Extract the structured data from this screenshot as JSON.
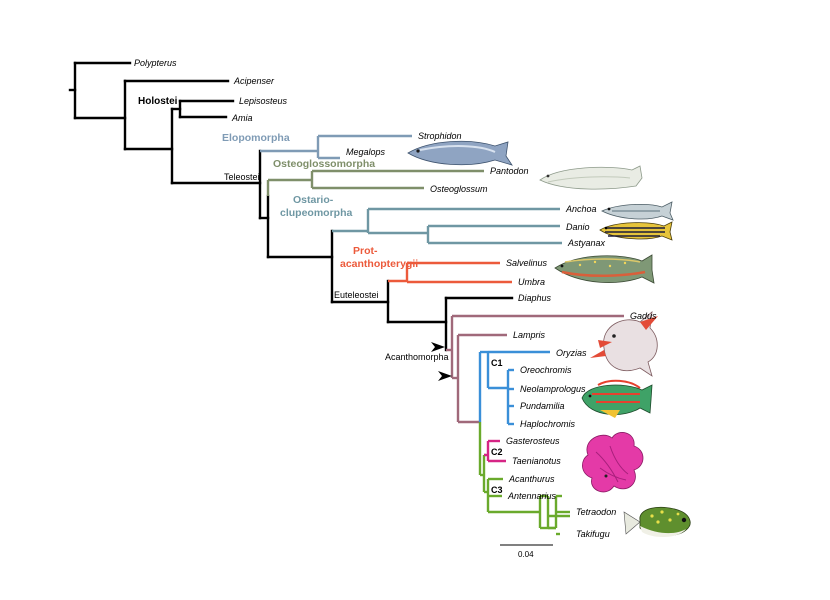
{
  "colors": {
    "black": "#000000",
    "elopomorpha": "#7f9bb5",
    "osteoglossomorpha": "#7f8f6a",
    "ostarioclupeomorpha": "#6f97a3",
    "protacanthopterygii": "#ec5a3b",
    "acanthomorpha": "#a0697a",
    "c1": "#3a8fd8",
    "c2": "#d62585",
    "c3": "#6aaa2c"
  },
  "taxa": {
    "polypterus": "Polypterus",
    "acipenser": "Acipenser",
    "lepisosteus": "Lepisosteus",
    "amia": "Amia",
    "strophidon": "Strophidon",
    "megalops": "Megalops",
    "pantodon": "Pantodon",
    "osteoglossum": "Osteoglossum",
    "anchoa": "Anchoa",
    "danio": "Danio",
    "astyanax": "Astyanax",
    "salvelinus": "Salvelinus",
    "umbra": "Umbra",
    "diaphus": "Diaphus",
    "gadus": "Gadus",
    "lampris": "Lampris",
    "oryzias": "Oryzias",
    "oreochromis": "Oreochromis",
    "neolamprologus": "Neolamprologus",
    "pundamilia": "Pundamilia",
    "haplochromis": "Haplochromis",
    "gasterosteus": "Gasterosteus",
    "taenianotus": "Taenianotus",
    "acanthurus": "Acanthurus",
    "antennarius": "Antennarius",
    "tetraodon": "Tetraodon",
    "takifugu": "Takifugu"
  },
  "labels": {
    "holostei": "Holostei",
    "teleostei": "Teleostei",
    "elopomorpha": "Elopomorpha",
    "osteoglossomorpha": "Osteoglossomorpha",
    "ostario_line1": "Ostario-",
    "ostario_line2": "clupeomorpha",
    "prot_line1": "Prot-",
    "prot_line2": "acanthopterygii",
    "euteleostei": "Euteleostei",
    "acanthomorpha": "Acanthomorpha",
    "c1": "C1",
    "c2": "C2",
    "c3": "C3"
  },
  "scale_bar": {
    "label": "0.04"
  },
  "illustrations": [
    "tarpon-illustration",
    "arowana-illustration",
    "anchovy-illustration",
    "zebrafish-illustration",
    "trout-illustration",
    "opah-illustration",
    "cichlid-illustration",
    "leaf-scorpionfish-illustration",
    "pufferfish-illustration"
  ]
}
